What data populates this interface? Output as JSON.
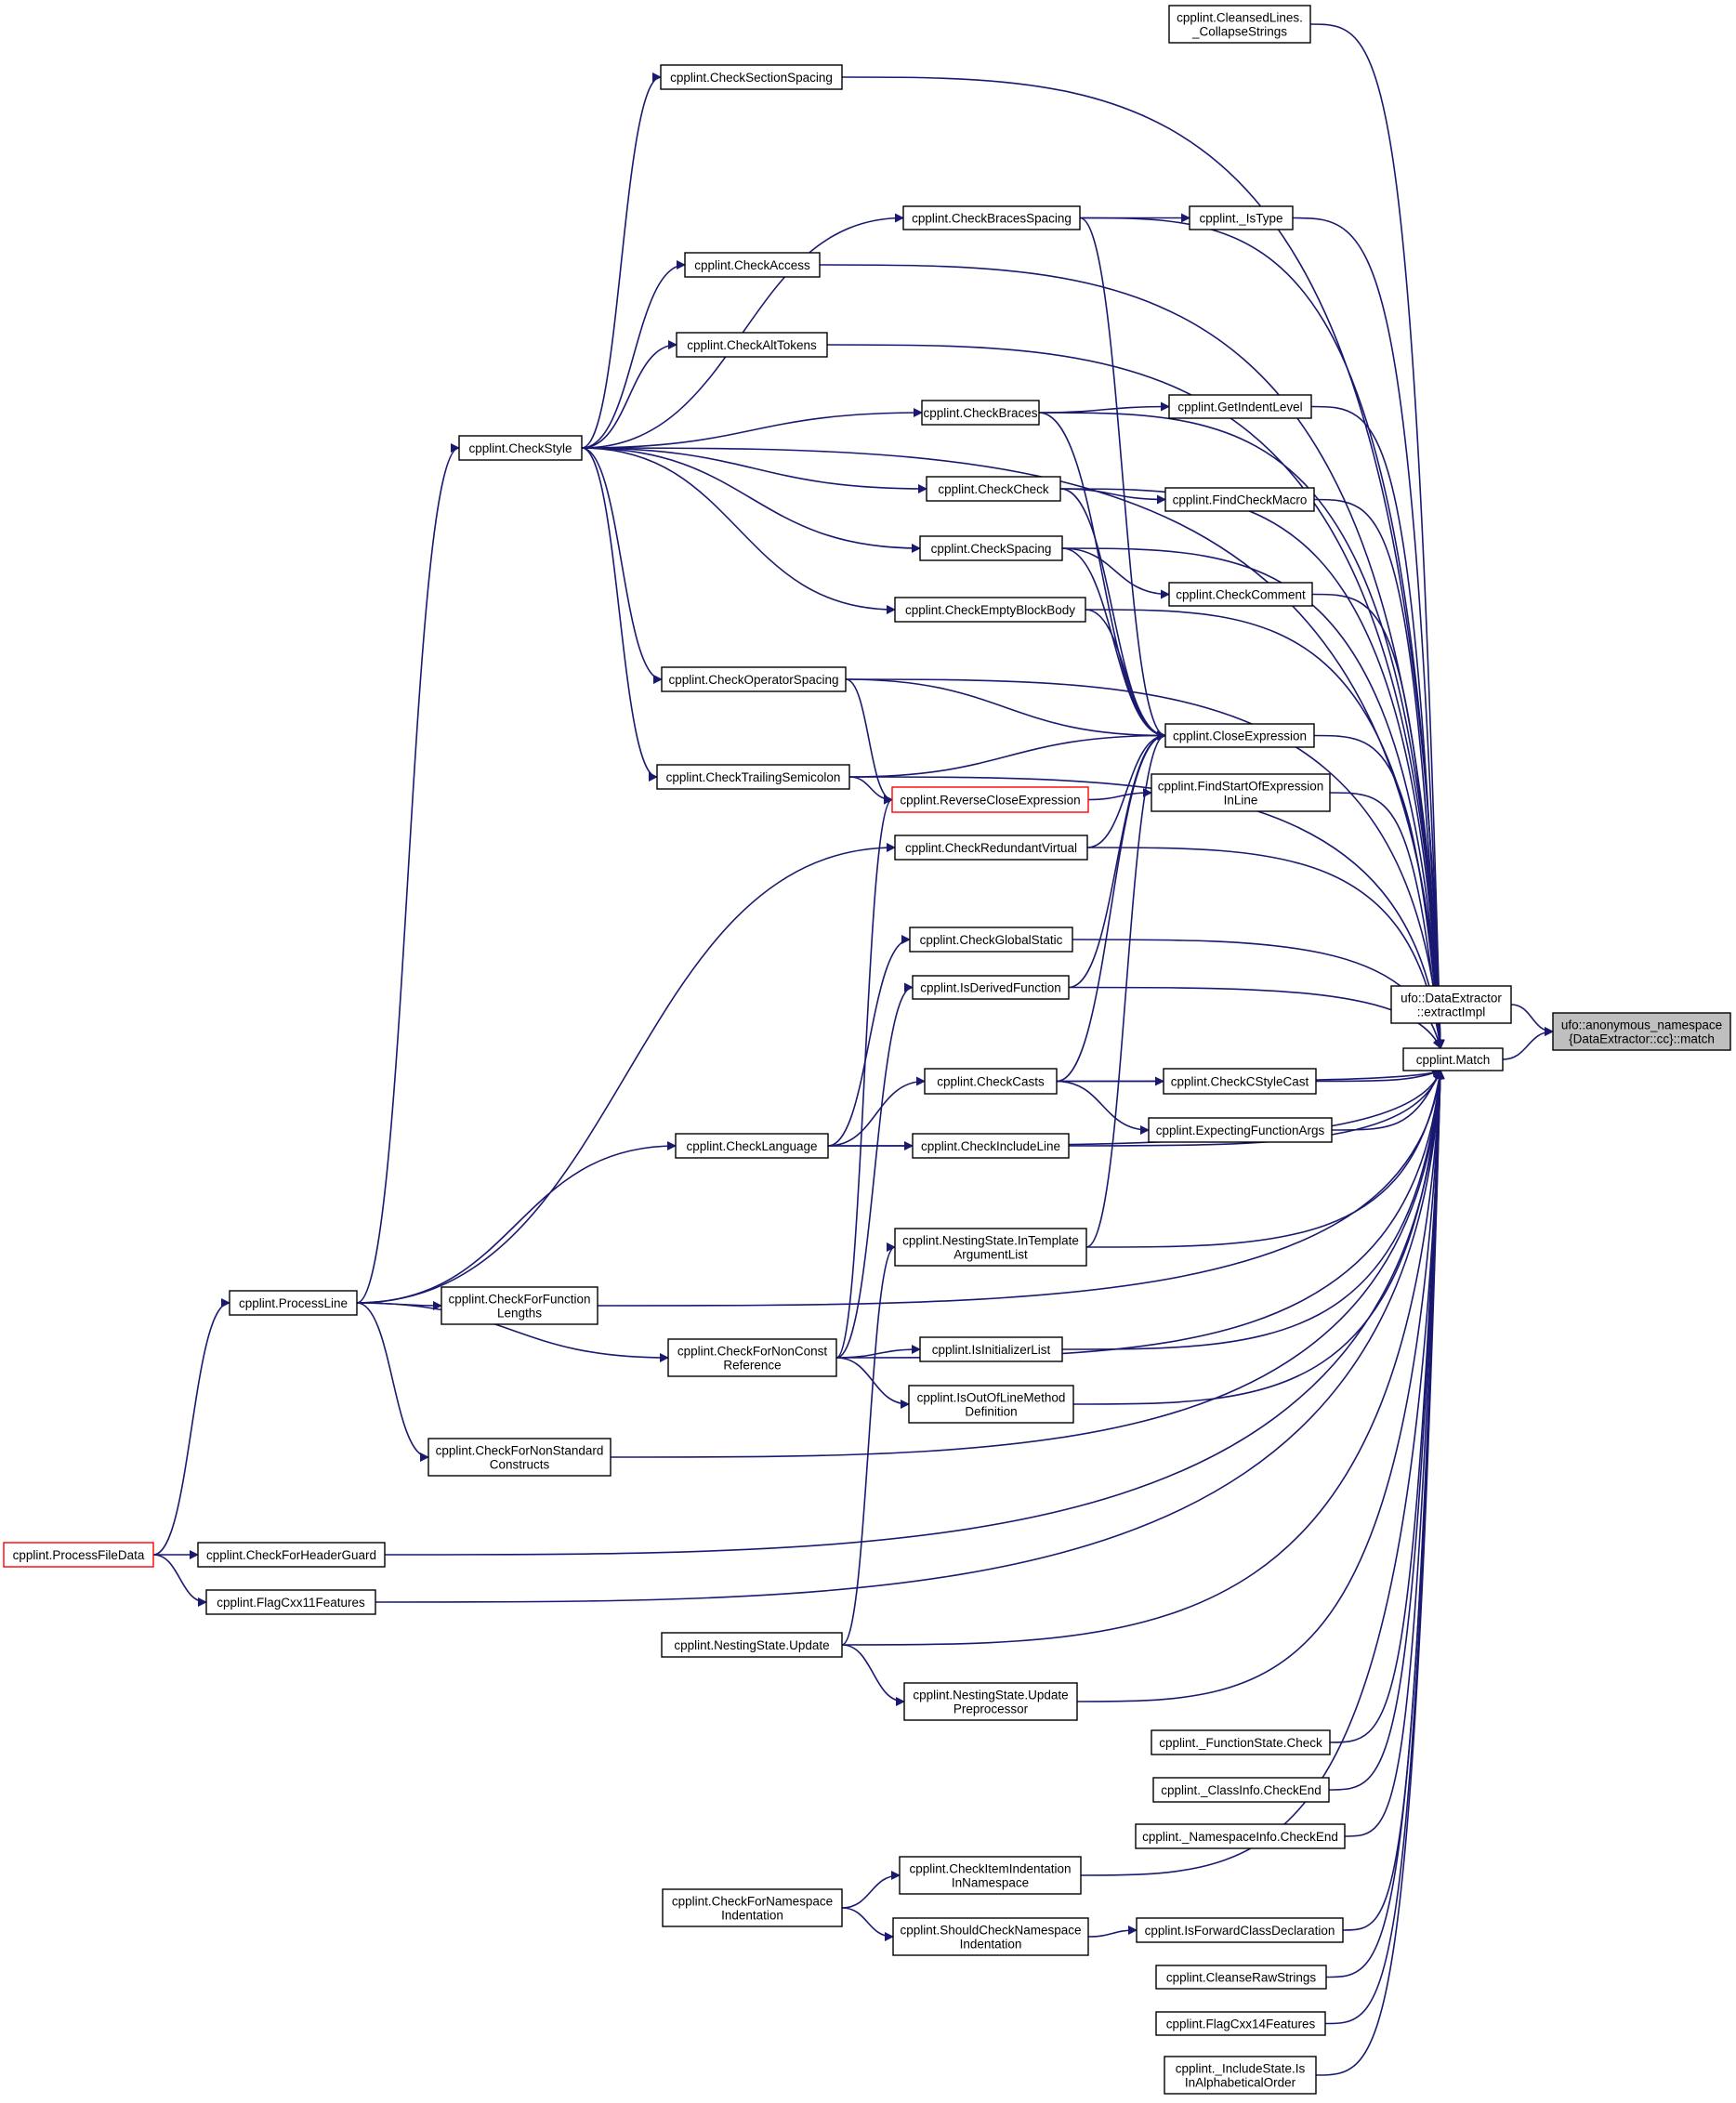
{
  "nodes": {
    "root": [
      "ufo::anonymous_namespace",
      "{DataExtractor::cc}::match"
    ],
    "extractImpl": [
      "ufo::DataExtractor",
      "::extractImpl"
    ],
    "match": [
      "cpplint.Match"
    ],
    "collapseStrings": [
      "cpplint.CleansedLines.",
      "_CollapseStrings"
    ],
    "checkSectionSpacing": [
      "cpplint.CheckSectionSpacing"
    ],
    "checkBracesSpacing": [
      "cpplint.CheckBracesSpacing"
    ],
    "isType": [
      "cpplint._IsType"
    ],
    "checkAccess": [
      "cpplint.CheckAccess"
    ],
    "checkAltTokens": [
      "cpplint.CheckAltTokens"
    ],
    "checkBraces": [
      "cpplint.CheckBraces"
    ],
    "getIndentLevel": [
      "cpplint.GetIndentLevel"
    ],
    "checkStyle": [
      "cpplint.CheckStyle"
    ],
    "checkCheck": [
      "cpplint.CheckCheck"
    ],
    "findCheckMacro": [
      "cpplint.FindCheckMacro"
    ],
    "checkSpacing": [
      "cpplint.CheckSpacing"
    ],
    "checkComment": [
      "cpplint.CheckComment"
    ],
    "checkEmptyBlockBody": [
      "cpplint.CheckEmptyBlockBody"
    ],
    "checkOperatorSpacing": [
      "cpplint.CheckOperatorSpacing"
    ],
    "closeExpression": [
      "cpplint.CloseExpression"
    ],
    "checkTrailingSemicolon": [
      "cpplint.CheckTrailingSemicolon"
    ],
    "reverseCloseExpression": [
      "cpplint.ReverseCloseExpression"
    ],
    "findStartOfExpression": [
      "cpplint.FindStartOfExpression",
      "InLine"
    ],
    "checkRedundantVirtual": [
      "cpplint.CheckRedundantVirtual"
    ],
    "checkGlobalStatic": [
      "cpplint.CheckGlobalStatic"
    ],
    "isDerivedFunction": [
      "cpplint.IsDerivedFunction"
    ],
    "checkCasts": [
      "cpplint.CheckCasts"
    ],
    "checkCStyleCast": [
      "cpplint.CheckCStyleCast"
    ],
    "expectingFunctionArgs": [
      "cpplint.ExpectingFunctionArgs"
    ],
    "checkLanguage": [
      "cpplint.CheckLanguage"
    ],
    "checkIncludeLine": [
      "cpplint.CheckIncludeLine"
    ],
    "inTemplateArgumentList": [
      "cpplint.NestingState.InTemplate",
      "ArgumentList"
    ],
    "processLine": [
      "cpplint.ProcessLine"
    ],
    "checkForFunctionLengths": [
      "cpplint.CheckForFunction",
      "Lengths"
    ],
    "checkForNonConstReference": [
      "cpplint.CheckForNonConst",
      "Reference"
    ],
    "isInitializerList": [
      "cpplint.IsInitializerList"
    ],
    "isOutOfLineMethodDefinition": [
      "cpplint.IsOutOfLineMethod",
      "Definition"
    ],
    "checkForNonStandardConstructs": [
      "cpplint.CheckForNonStandard",
      "Constructs"
    ],
    "processFileData": [
      "cpplint.ProcessFileData"
    ],
    "checkForHeaderGuard": [
      "cpplint.CheckForHeaderGuard"
    ],
    "flagCxx11Features": [
      "cpplint.FlagCxx11Features"
    ],
    "nestingStateUpdate": [
      "cpplint.NestingState.Update"
    ],
    "updatePreprocessor": [
      "cpplint.NestingState.Update",
      "Preprocessor"
    ],
    "functionStateCheck": [
      "cpplint._FunctionState.Check"
    ],
    "classInfoCheckEnd": [
      "cpplint._ClassInfo.CheckEnd"
    ],
    "namespaceInfoCheckEnd": [
      "cpplint._NamespaceInfo.CheckEnd"
    ],
    "checkItemIndentation": [
      "cpplint.CheckItemIndentation",
      "InNamespace"
    ],
    "checkForNamespaceIndentation": [
      "cpplint.CheckForNamespace",
      "Indentation"
    ],
    "shouldCheckNamespaceIndentation": [
      "cpplint.ShouldCheckNamespace",
      "Indentation"
    ],
    "isForwardClassDeclaration": [
      "cpplint.IsForwardClassDeclaration"
    ],
    "cleanseRawStrings": [
      "cpplint.CleanseRawStrings"
    ],
    "flagCxx14Features": [
      "cpplint.FlagCxx14Features"
    ],
    "isInAlphabeticalOrder": [
      "cpplint._IncludeState.Is",
      "InAlphabeticalOrder"
    ]
  },
  "colors": {
    "edge": "#191970",
    "node_border": "#000000",
    "highlight_border": "#ff0000",
    "root_fill": "#bfbfbf",
    "background": "#ffffff"
  }
}
